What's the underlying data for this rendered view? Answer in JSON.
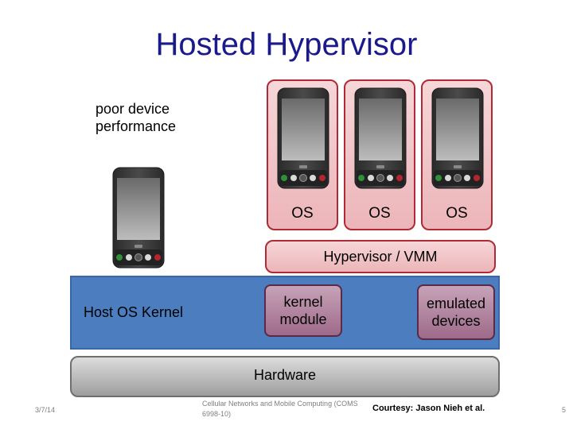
{
  "title": "Hosted Hypervisor",
  "note": [
    "poor device",
    "performance"
  ],
  "guest_os_labels": [
    "OS",
    "OS",
    "OS"
  ],
  "hypervisor_label": "Hypervisor / VMM",
  "host_kernel_label": "Host OS Kernel",
  "kernel_module_label": [
    "kernel",
    "module"
  ],
  "emulated_devices_label": [
    "emulated",
    "devices"
  ],
  "hardware_label": "Hardware",
  "footer": {
    "date": "3/7/14",
    "course": "Cellular Networks and Mobile Computing (COMS 6998-10)",
    "courtesy": "Courtesy: Jason Nieh et al.",
    "page": "5"
  },
  "colors": {
    "title": "#1a1a8c",
    "guest_fill": "#ecb5b9",
    "guest_border": "#b02a36",
    "host_fill": "#4b7dbf",
    "module_fill": "#9e6a8a",
    "hardware_fill": "#b5b5b5"
  },
  "icons": [
    "smartphone-icon"
  ]
}
